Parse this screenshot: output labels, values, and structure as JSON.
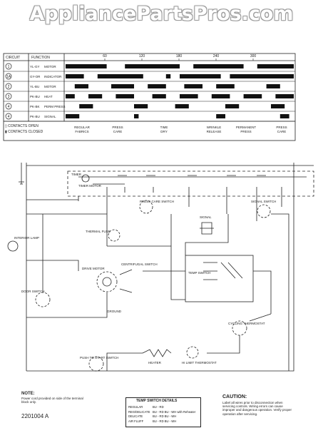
{
  "watermark": "AppliancePartsPros.com",
  "timing_chart": {
    "header": {
      "circuit": "CIRCUIT",
      "function": "FUNCTION"
    },
    "ticks": [
      "60",
      "120",
      "180",
      "240",
      "300"
    ],
    "rows": [
      {
        "num": "1",
        "wire": "YL-GY",
        "function": "MOTOR"
      },
      {
        "num": "1A",
        "wire": "GY-OR",
        "function": "INDICATOR"
      },
      {
        "num": "2",
        "wire": "YL-BU",
        "function": "MOTOR"
      },
      {
        "num": "3",
        "wire": "PK-BU",
        "function": "HEAT"
      },
      {
        "num": "4",
        "wire": "PK-BK",
        "function": "PERM PRESS"
      },
      {
        "num": "4",
        "wire": "PK-BU",
        "function": "SIGNAL"
      }
    ],
    "legend_open": "▯ CONTACTS OPEN",
    "legend_closed": "▮ CONTACTS CLOSED",
    "cycles": [
      "REGULAR FABRICS",
      "PRESS CARE",
      "TIME DRY",
      "WRINKLE RELEASE",
      "PERMANENT PRESS",
      "PRESS CARE"
    ]
  },
  "schematic": {
    "labels": {
      "timer": "TIMER",
      "timer_motor": "TIMER MOTOR",
      "press_care_switch": "PRESS CARE SWITCH",
      "signal_switch": "SIGNAL SWITCH",
      "thermal_fuse": "THERMAL FUSE",
      "interior_lamp": "INTERIOR LAMP",
      "drive_motor": "DRIVE MOTOR",
      "door_switch": "DOOR SWITCH",
      "centrifugal": "CENTRIFUGAL SWITCH",
      "ground": "GROUND",
      "temp_switch": "TEMP SWITCH",
      "cycling_thermostat": "CYCLING THERMOSTAT",
      "heater": "HEATER",
      "hi_limit": "HI LIMIT THERMOSTAT",
      "push_to_start": "PUSH TO START SWITCH",
      "signal": "SIGNAL"
    }
  },
  "notes": {
    "note_title": "NOTE:",
    "note_text": "Power cord provided on side of the terminal block only.",
    "temp_title": "TEMP SWITCH DETAILS",
    "temp_rows": [
      {
        "setting": "REGULAR",
        "contacts": "BU - RD"
      },
      {
        "setting": "REG/DELICATE",
        "contacts": "BU - RD  BU - WH with Reheater"
      },
      {
        "setting": "DELICATE",
        "contacts": "BU - RD  BU - WH"
      },
      {
        "setting": "AIR FLUFF",
        "contacts": "BU - RD  BU - WH"
      }
    ],
    "caution_title": "CAUTION:",
    "caution_text": "Label all wires prior to disconnection when servicing controls. Wiring errors can cause improper and dangerous operation. Verify proper operation after servicing.",
    "part_number": "2201004 A"
  }
}
